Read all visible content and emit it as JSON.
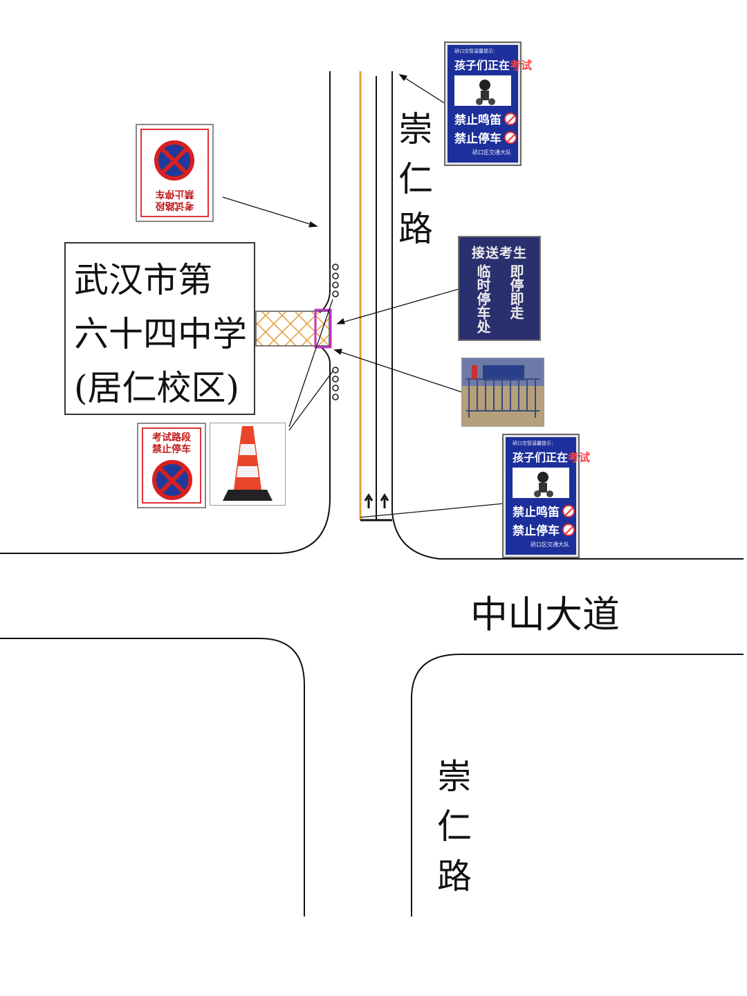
{
  "roads": {
    "chongren_upper": [
      "崇",
      "仁",
      "路"
    ],
    "zhongshan": "中山大道",
    "chongren_lower": [
      "崇",
      "仁",
      "路"
    ]
  },
  "school": {
    "lines": [
      "武汉市第",
      "六十四中学",
      "(居仁校区)"
    ]
  },
  "blue_sign": {
    "top_note": "硚口交管温馨提示：",
    "headline_prefix": "孩子们正在",
    "headline_highlight": "考试",
    "rule_1": "禁止鸣笛",
    "rule_2": "禁止停车",
    "footer": "硚口区交通大队",
    "colors": {
      "background": "#1d2f9a",
      "highlight": "#ff4040"
    }
  },
  "top_red_sign": {
    "line_1": "禁止停车",
    "line_2": "考试路段",
    "orientation": "upside-down"
  },
  "lower_red_sign": {
    "line_1": "考试路段",
    "line_2": "禁止停车"
  },
  "pickup_sign": {
    "title": "接送考生",
    "left_column": "临时停车处",
    "right_column": "即停即走"
  },
  "icons": [
    "no-parking-icon",
    "traffic-cone-icon",
    "barrier-fence-photo",
    "police-mascot-icon",
    "no-horn-icon"
  ]
}
